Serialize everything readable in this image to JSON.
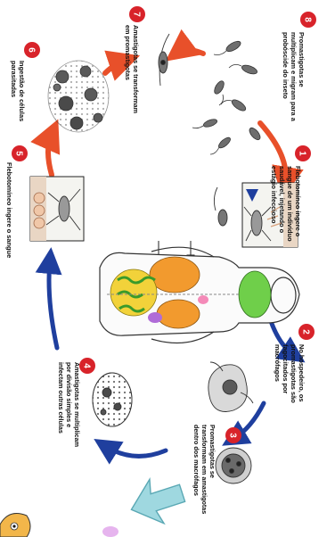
{
  "colors": {
    "insect_stage": "#e8502a",
    "human_stage": "#1f3f9e",
    "step_badge": "#d8232a",
    "arrow_teal": "#9fd8e0"
  },
  "icons": {
    "sandfly": "sandfly-icon",
    "promastigote": "promastigote-icon",
    "macrophage": "macrophage-icon",
    "human_body": "human-body-icon",
    "navigation_arrow": "teal-arrow-icon",
    "cartoon": "cartoon-character-icon"
  },
  "steps": [
    {
      "number": "1",
      "lines": [
        "Flebotomíneo ingere o",
        "sangue de um indivíduo",
        "saudável, injetando o",
        "estágio infeccioso"
      ]
    },
    {
      "number": "2",
      "lines": [
        "No hospedeiro, os",
        "promastigotas são",
        "fagocitados por",
        "macrófagos"
      ]
    },
    {
      "number": "3",
      "lines": [
        "Promastigotas se",
        "transformam em amastigotas",
        "dentro dos macrófagos"
      ]
    },
    {
      "number": "4",
      "lines": [
        "Amastigotas se multiplicam",
        "por divisão simples e",
        "infectam outras células"
      ]
    },
    {
      "number": "5",
      "lines": [
        "Flebotomíneo ingere o sangue"
      ]
    },
    {
      "number": "6",
      "lines": [
        "Ingestão de células",
        "parasitadas"
      ]
    },
    {
      "number": "7",
      "lines": [
        "Amastigotas se transformam",
        "em promastigotas"
      ]
    },
    {
      "number": "8",
      "lines": [
        "Promastigotas se",
        "multiplicam e migram para a",
        "probóscide do inseto"
      ]
    }
  ]
}
